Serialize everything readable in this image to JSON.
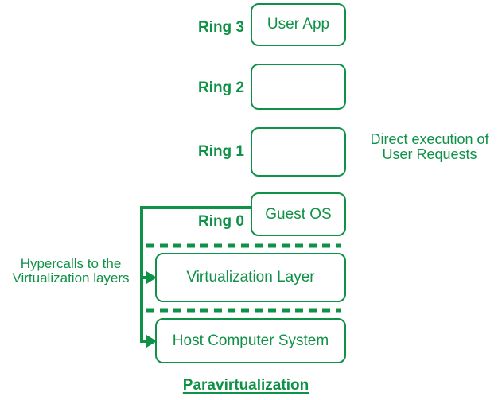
{
  "colors": {
    "green": "#0f9147"
  },
  "rings": [
    {
      "label": "Ring 3",
      "box_text": "User App"
    },
    {
      "label": "Ring 2",
      "box_text": ""
    },
    {
      "label": "Ring 1",
      "box_text": ""
    },
    {
      "label": "Ring 0",
      "box_text": "Guest OS"
    }
  ],
  "layers": [
    {
      "box_text": "Virtualization Layer"
    },
    {
      "box_text": "Host Computer System"
    }
  ],
  "annotations": {
    "direct_execution": {
      "line1": "Direct execution of",
      "line2": "User Requests"
    },
    "hypercalls": {
      "line1": "Hypercalls to the",
      "line2": "Virtualization layers"
    }
  },
  "title": "Paravirtualization"
}
